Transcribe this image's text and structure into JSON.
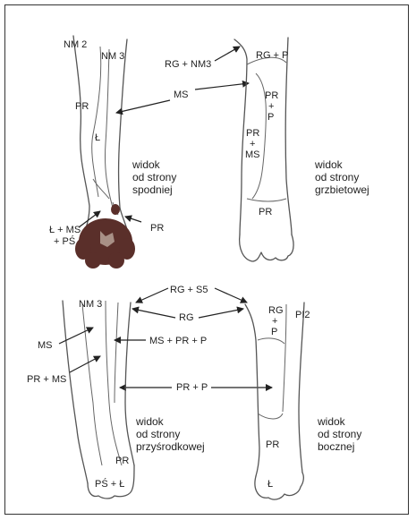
{
  "panels": {
    "bottom_view": {
      "caption": [
        "widok",
        "od strony",
        "spodniej"
      ],
      "labels": {
        "nm2": "NM 2",
        "nm3": "NM 3",
        "pr_upper": "PR",
        "l_mid": "Ł",
        "l_ms_ps_line1": "Ł + MS",
        "l_ms_ps_line2": "+ PŚ",
        "pr_pad": "PR"
      }
    },
    "dorsal_view": {
      "caption": [
        "widok",
        "od strony",
        "grzbietowej"
      ],
      "labels": {
        "rg_nm3": "RG + NM3",
        "rg_p": "RG + P",
        "pr_p_1": "PR",
        "pr_p_2": "+",
        "pr_p_3": "P",
        "pr_ms_1": "PR",
        "pr_ms_2": "+",
        "pr_ms_3": "MS",
        "pr_lower": "PR"
      }
    },
    "shared_top": {
      "ms": "MS"
    },
    "medial_view": {
      "caption": [
        "widok",
        "od strony",
        "przyśrodkowej"
      ],
      "labels": {
        "nm3": "NM 3",
        "ms": "MS",
        "pr_ms": "PR + MS",
        "ms_pr_p": "MS + PR + P",
        "pr": "PR",
        "ps_l": "PŚ + Ł"
      }
    },
    "lateral_view": {
      "caption": [
        "widok",
        "od strony",
        "bocznej"
      ],
      "labels": {
        "rg_1": "RG",
        "rg_2": "+",
        "rg_3": "P",
        "pi2": "PI2",
        "pr": "PR",
        "l": "Ł"
      }
    },
    "shared_bottom": {
      "rg_s5": "RG + S5",
      "rg": "RG",
      "pr_p": "PR + P"
    }
  }
}
